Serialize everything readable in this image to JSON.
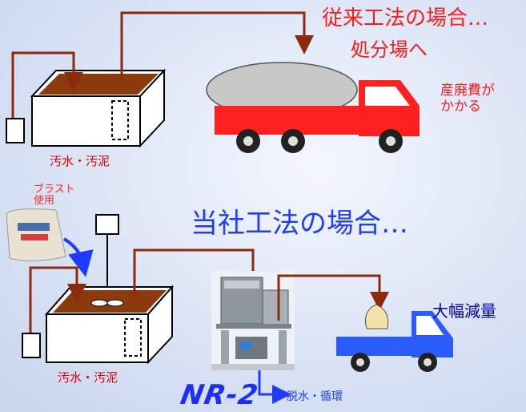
{
  "conventional": {
    "title": "従来工法の場合…",
    "subtitle": "処分場へ",
    "cost_line1": "産廃費が",
    "cost_line2": "かかる",
    "tank_label": "汚水・汚泥"
  },
  "company": {
    "title": "当社工法の場合…",
    "blast_line1": "ブラスト",
    "blast_line2": "使用",
    "tank_label": "汚水・汚泥",
    "machine_name": "NR-2",
    "dewater_label": "脱水・循環",
    "reduction_label": "大幅減量"
  },
  "colors": {
    "pipe": "#8b2a0c",
    "truck_red": "#ff2020",
    "truck_blue": "#2a5cff",
    "sludge": "#8b3a0e"
  }
}
